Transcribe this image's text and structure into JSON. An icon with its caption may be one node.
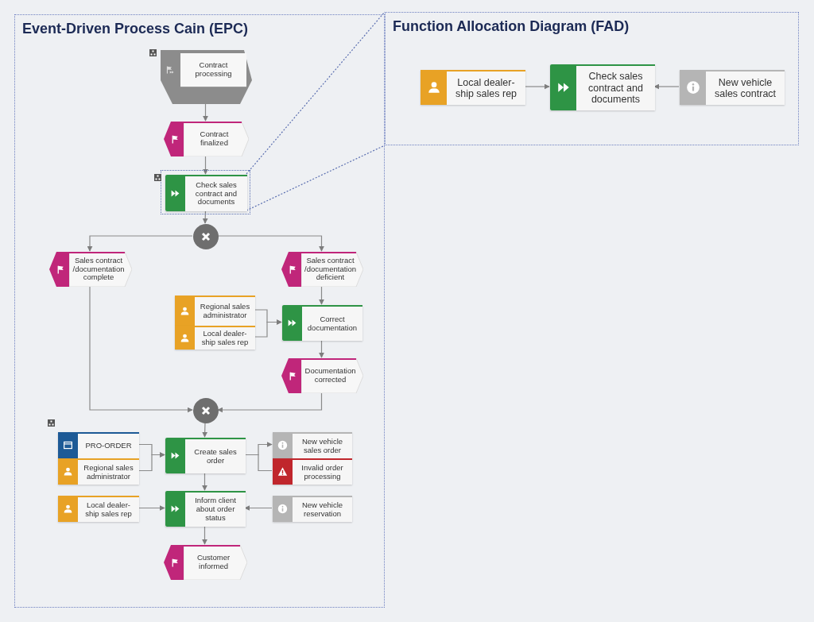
{
  "diagram": {
    "nodes": [
      {
        "text": [
          "Event-Driven Process Cain (EPC)"
        ]
      },
      {
        "text": [
          "Function Allocation Diagram (FAD)"
        ]
      },
      {
        "text": [
          "Contract processing"
        ],
        "in": 0
      },
      {
        "text": [
          "Contract finalized"
        ],
        "in": 0
      },
      {
        "text": [
          "Check sales contract and documents"
        ],
        "in": 0
      },
      {
        "text": [],
        "shape": "circle",
        "in": 0
      },
      {
        "text": [
          "Sales contract /documentation complete"
        ],
        "in": 0
      },
      {
        "text": [
          "Sales contract /documentation deficient"
        ],
        "in": 0
      },
      {
        "text": [
          "Regional sales administrator"
        ],
        "in": 0
      },
      {
        "text": [
          "Local dealer-ship sales rep"
        ],
        "in": 0
      },
      {
        "text": [
          "Correct documentation"
        ],
        "in": 0
      },
      {
        "text": [
          "Documentation corrected"
        ],
        "in": 0
      },
      {
        "text": [],
        "shape": "circle",
        "in": 0
      },
      {
        "text": [
          "PRO-ORDER"
        ],
        "in": 0
      },
      {
        "text": [
          "Regional sales administrator"
        ],
        "in": 0
      },
      {
        "text": [
          "Create sales order"
        ],
        "in": 0
      },
      {
        "text": [
          "New vehicle sales order"
        ],
        "in": 0
      },
      {
        "text": [
          "Invalid order processing"
        ],
        "in": 0
      },
      {
        "text": [
          "Local dealer-ship sales rep"
        ],
        "in": 0
      },
      {
        "text": [
          "Inform client about order status"
        ],
        "in": 0
      },
      {
        "text": [
          "New vehicle reservation"
        ],
        "in": 0
      },
      {
        "text": [
          "Customer informed"
        ],
        "in": 0
      },
      {
        "text": [
          "Local dealer-ship sales rep"
        ],
        "in": 1
      },
      {
        "text": [
          "Check sales contract and documents"
        ],
        "in": 1
      },
      {
        "text": [
          "New vehicle sales contract"
        ],
        "in": 1
      }
    ],
    "edges": [
      {
        "from": 2,
        "to": 3,
        "arrow": "to"
      },
      {
        "from": 3,
        "to": 4,
        "arrow": "to"
      },
      {
        "from": 4,
        "to": 5,
        "arrow": "to"
      },
      {
        "from": 5,
        "to": 6,
        "arrow": "to"
      },
      {
        "from": 5,
        "to": 7,
        "arrow": "to"
      },
      {
        "from": 7,
        "to": 10,
        "arrow": "to"
      },
      {
        "from": 8,
        "to": 10,
        "arrow": "to"
      },
      {
        "from": 9,
        "to": 10,
        "arrow": "to"
      },
      {
        "from": 10,
        "to": 11,
        "arrow": "to"
      },
      {
        "from": 6,
        "to": 12,
        "arrow": "to"
      },
      {
        "from": 11,
        "to": 12,
        "arrow": "to"
      },
      {
        "from": 12,
        "to": 15,
        "arrow": "to"
      },
      {
        "from": 13,
        "to": 15,
        "arrow": "to"
      },
      {
        "from": 14,
        "to": 15,
        "arrow": "to"
      },
      {
        "from": 15,
        "to": 16,
        "arrow": "to"
      },
      {
        "from": 15,
        "to": 17,
        "arrow": "none"
      },
      {
        "from": 15,
        "to": 19,
        "arrow": "to"
      },
      {
        "from": 18,
        "to": 19,
        "arrow": "to"
      },
      {
        "from": 20,
        "to": 19,
        "arrow": "to"
      },
      {
        "from": 19,
        "to": 21,
        "arrow": "to"
      },
      {
        "from": 22,
        "to": 23,
        "arrow": "to"
      },
      {
        "from": 24,
        "to": 23,
        "arrow": "to"
      },
      {
        "from": 4,
        "to": 1,
        "arrow": "none",
        "style": "dashed",
        "color": "#5b6fb0"
      },
      {
        "from": 4,
        "to": 1,
        "arrow": "none",
        "style": "dashed",
        "color": "#5b6fb0"
      }
    ]
  }
}
